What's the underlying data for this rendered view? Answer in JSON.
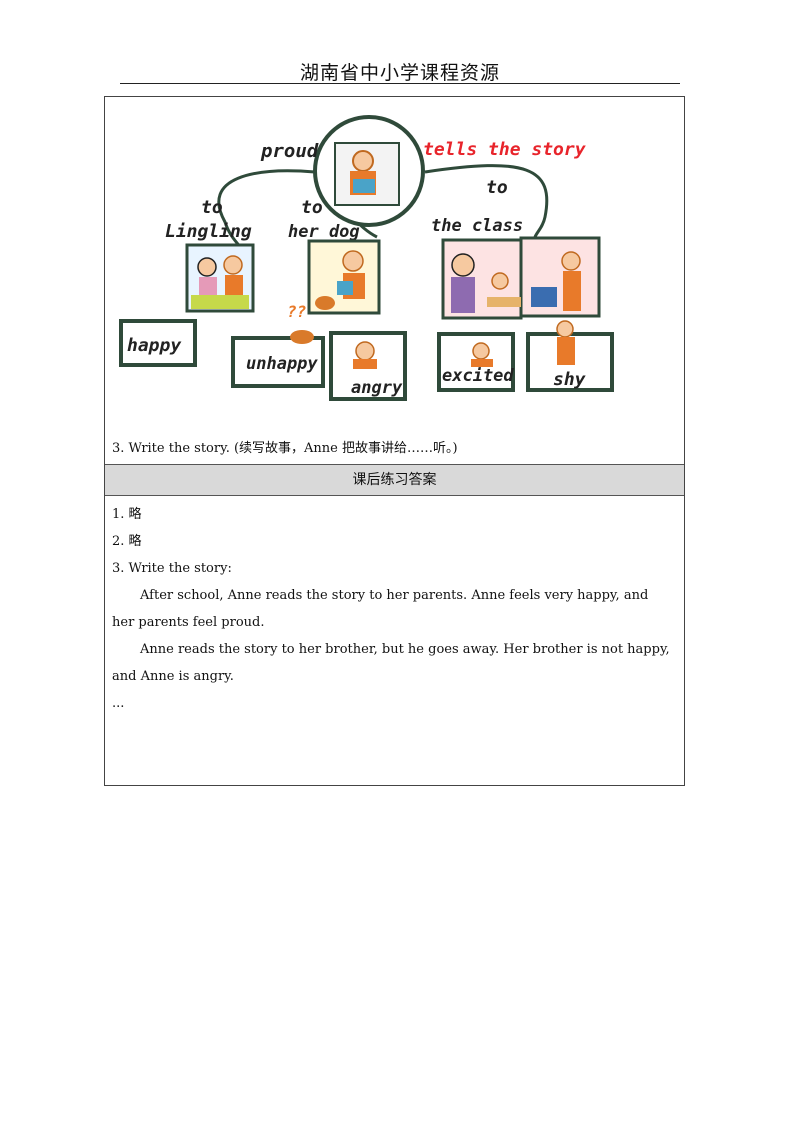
{
  "header": {
    "title": "湖南省中小学课程资源"
  },
  "illustration": {
    "labels": {
      "proud": "proud",
      "tells": "tells the story",
      "to_left": "to",
      "lingling": "Lingling",
      "to_mid": "to",
      "herdog": "her dog",
      "to_right": "to",
      "theclass": "the class"
    },
    "emotions": [
      "happy",
      "unhappy",
      "angry",
      "excited",
      "shy"
    ],
    "colors": {
      "accent_red": "#e8242b",
      "frame_green": "#2f4a3a"
    }
  },
  "prompt": {
    "text": "3. Write the story. (续写故事，Anne 把故事讲给……听。)"
  },
  "answers": {
    "title": "课后练习答案",
    "items": [
      "1. 略",
      "2. 略",
      "3. Write the story:",
      "After school, Anne reads the story to her parents. Anne feels very happy, and her parents feel proud.",
      "Anne reads the story to her brother, but he goes away. Her brother is not happy, and Anne is angry.",
      "..."
    ]
  }
}
